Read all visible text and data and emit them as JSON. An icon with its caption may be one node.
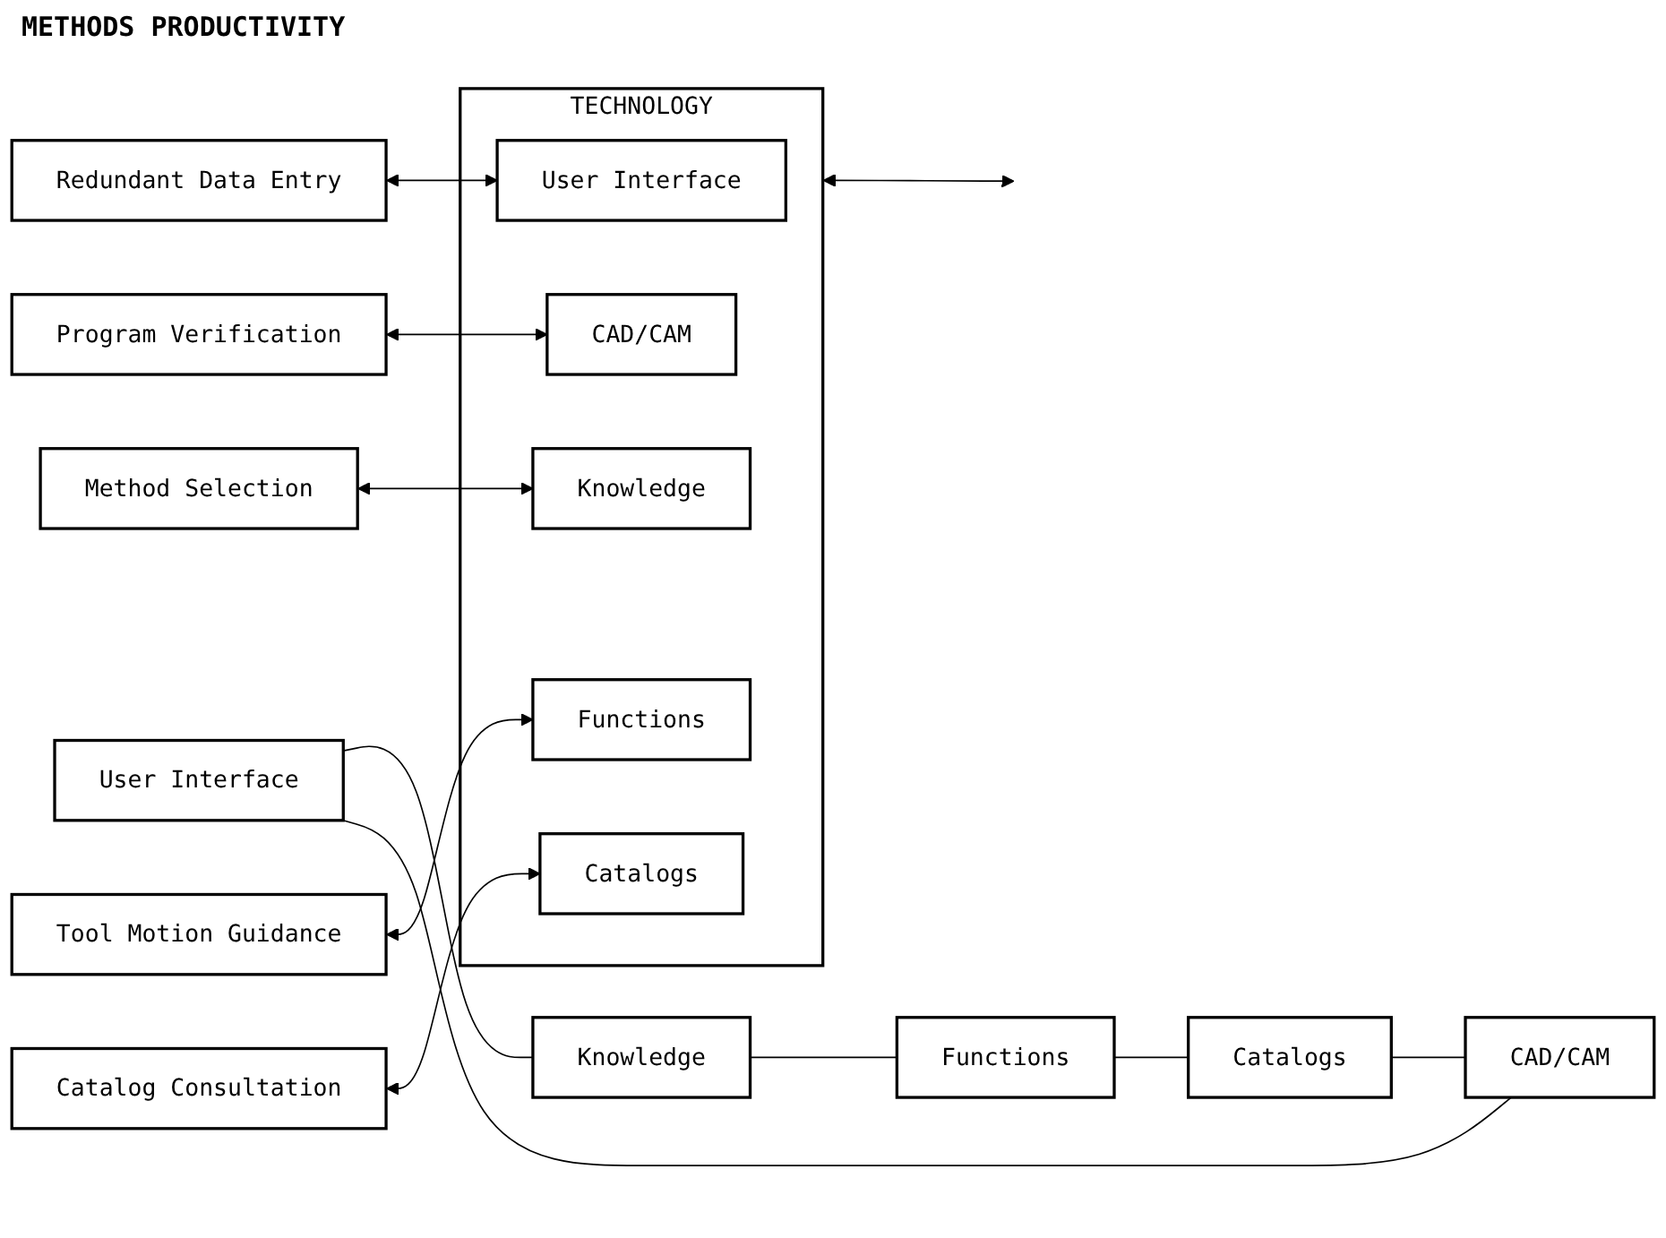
{
  "diagram": {
    "nodes": [
      {
        "text": [
          "Redundant Data Entry"
        ]
      },
      {
        "text": [
          "Program Verification"
        ]
      },
      {
        "text": [
          "Method Selection"
        ]
      },
      {
        "text": [
          "Tool Motion Guidance"
        ]
      },
      {
        "text": [
          "Catalog Consultation"
        ]
      },
      {
        "text": [
          "TECHNOLOGY"
        ]
      },
      {
        "text": [
          "User Interface"
        ],
        "in": 5
      },
      {
        "text": [
          "CAD/CAM"
        ],
        "in": 5
      },
      {
        "text": [
          "Knowledge"
        ],
        "in": 5
      },
      {
        "text": [
          "Functions"
        ],
        "in": 5
      },
      {
        "text": [
          "Catalogs"
        ],
        "in": 5
      },
      {
        "text": [
          "User Interface"
        ]
      },
      {
        "text": [
          "Knowledge"
        ]
      },
      {
        "text": [
          "Functions"
        ]
      },
      {
        "text": [
          "Catalogs"
        ]
      },
      {
        "text": [
          "CAD/CAM"
        ]
      }
    ],
    "edges": [
      {
        "from": 0,
        "to": 6,
        "arrow": "both"
      },
      {
        "from": 1,
        "to": 7,
        "arrow": "both"
      },
      {
        "from": 2,
        "to": 8,
        "arrow": "both"
      },
      {
        "from": 3,
        "to": 9,
        "arrow": "both"
      },
      {
        "from": 4,
        "to": 10,
        "arrow": "both"
      },
      {
        "from": 5,
        "to": null,
        "arrow": "both"
      },
      {
        "from": 11,
        "to": 12,
        "arrow": "none"
      },
      {
        "from": 12,
        "to": 13,
        "arrow": "none"
      },
      {
        "from": 13,
        "to": 14,
        "arrow": "none"
      },
      {
        "from": 14,
        "to": 15,
        "arrow": "none"
      },
      {
        "from": 11,
        "to": 15,
        "arrow": "none"
      }
    ],
    "labels": [
      "METHODS PRODUCTIVITY"
    ]
  }
}
